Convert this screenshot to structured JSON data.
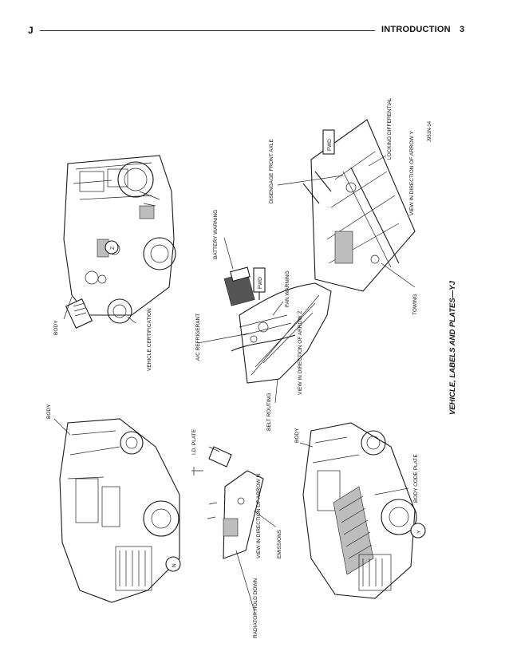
{
  "header": {
    "section_letter": "J",
    "section_title": "INTRODUCTION",
    "page_number": "3"
  },
  "figure": {
    "caption": "VEHICLE, LABELS AND PLATES—YJ",
    "figure_code": "J951N-14",
    "labels": {
      "body_top_left": "BODY",
      "body_top_right": "BODY",
      "body_bottom": "BODY",
      "vehicle_certification": "VEHICLE CERTIFICATION",
      "ac_refrigerant": "A/C REFRIGERANT",
      "battery_warning": "BATTERY WARNING",
      "fan_warning": "FAN WARNING",
      "fwd_1": "FWD",
      "fwd_2": "FWD",
      "view_arrow_z": "VIEW IN DIRECTION OF ARROW Z",
      "belt_routing": "BELT ROUTING",
      "disengage_front_axle": "DISENGAGE FRONT AXLE",
      "locking_differential": "LOCKING DIFFERENTIAL",
      "view_arrow_y": "VIEW IN DIRECTION OF ARROW Y",
      "towing": "TOWING",
      "id_plate": "I.D. PLATE",
      "view_arrow_n": "VIEW IN DIRECTION OF ARROW N",
      "emissions": "EMISSIONS",
      "radiator_hold_down": "RADIATOR HOLD DOWN",
      "body_code_plate": "BODY CODE PLATE",
      "arrow_n": "N",
      "arrow_y": "Y",
      "arrow_z": "Z"
    }
  }
}
